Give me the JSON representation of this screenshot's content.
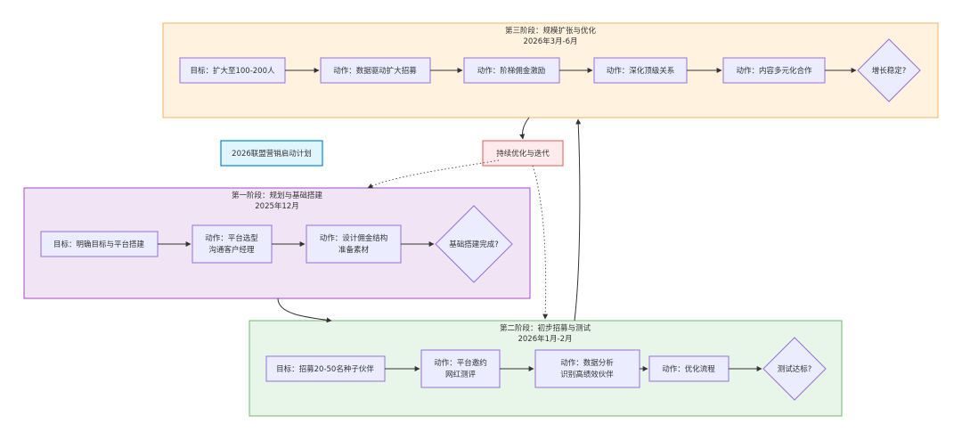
{
  "start": {
    "label": "2026联盟营销启动计划"
  },
  "loop": {
    "label": "持续优化与迭代"
  },
  "stage1": {
    "title": "第一阶段：规划与基础搭建",
    "date": "2025年12月",
    "goal": "目标：明确目标与平台搭建",
    "action1": [
      "动作：平台选型",
      "沟通客户经理"
    ],
    "action2": [
      "动作：设计佣金结构",
      "准备素材"
    ],
    "decision": "基础搭建完成?"
  },
  "stage2": {
    "title": "第二阶段：初步招募与测试",
    "date": "2026年1月-2月",
    "goal": "目标：招募20-50名种子伙伴",
    "action1": [
      "动作：平台邀约",
      "网红测评"
    ],
    "action2": [
      "动作：数据分析",
      "识别高绩效伙伴"
    ],
    "action3": "动作：优化流程",
    "decision": "测试达标?"
  },
  "stage3": {
    "title": "第三阶段：规模扩张与优化",
    "date": "2026年3月-6月",
    "goal": "目标：扩大至100-200人",
    "action1": "动作：数据驱动扩大招募",
    "action2": "动作：阶梯佣金激励",
    "action3": "动作：深化顶级关系",
    "action4": "动作：内容多元化合作",
    "decision": "增长稳定?"
  },
  "colors": {
    "stage1_fill": "#f1e4f5",
    "stage1_border": "#a64ac9",
    "stage2_fill": "#e8f5e9",
    "stage2_border": "#6fba6f",
    "stage3_fill": "#fff3e0",
    "stage3_border": "#f4b55b",
    "node_fill": "#ececff",
    "node_border": "#9370db",
    "start_fill": "#e1f5fe",
    "start_border": "#0288d1",
    "loop_fill": "#ffebee",
    "loop_border": "#e57373"
  }
}
